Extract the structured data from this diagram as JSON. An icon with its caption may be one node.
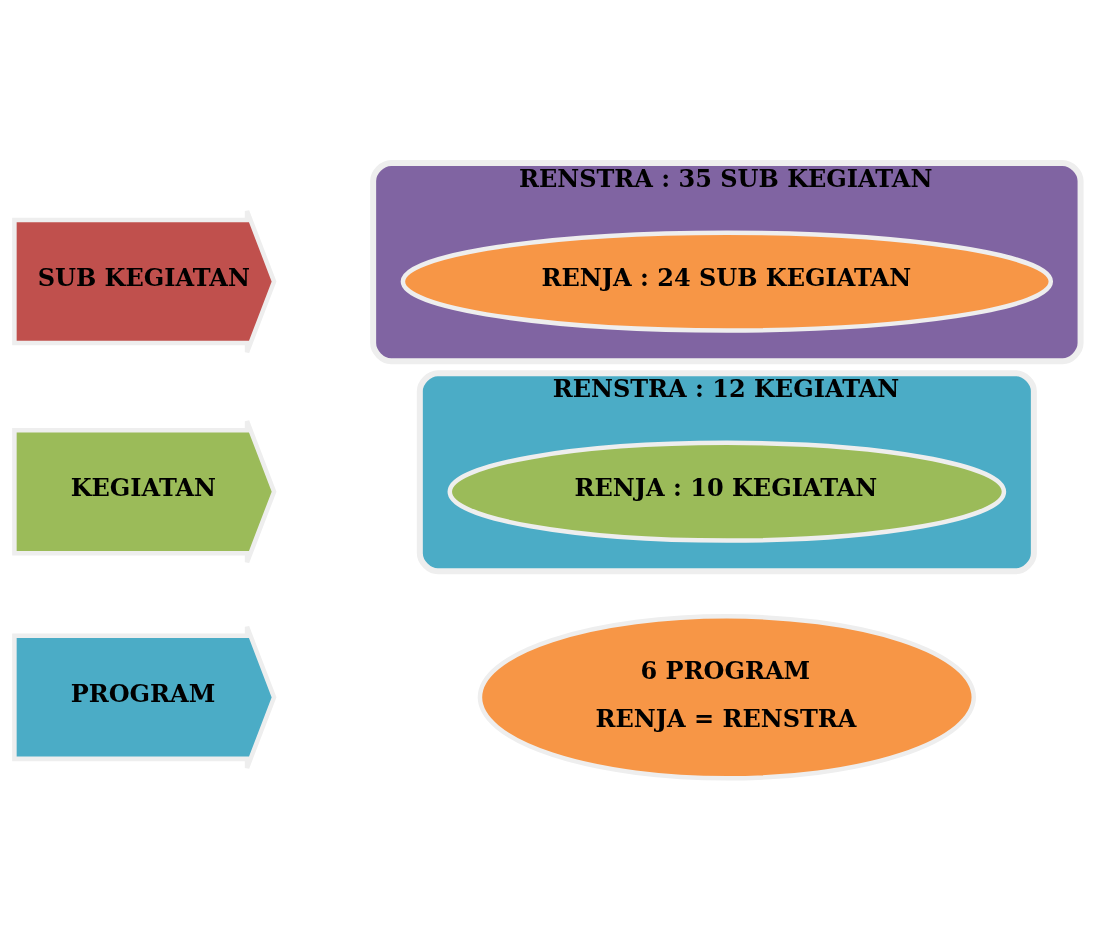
{
  "diagram": {
    "nodes": [
      {
        "text": [
          "PROGRAM"
        ]
      },
      {
        "text": [
          "6 PROGRAM",
          "RENJA = RENSTRA"
        ]
      },
      {
        "text": [
          "KEGIATAN"
        ]
      },
      {
        "text": [
          "RENSTRA : 12 KEGIATAN"
        ]
      },
      {
        "text": [
          "RENJA : 10 KEGIATAN"
        ],
        "in": 3
      },
      {
        "text": [
          "SUB KEGIATAN"
        ]
      },
      {
        "text": [
          "RENSTRA : 35 SUB KEGIATAN"
        ]
      },
      {
        "text": [
          "RENJA : 24 SUB KEGIATAN"
        ],
        "in": 6
      }
    ]
  }
}
